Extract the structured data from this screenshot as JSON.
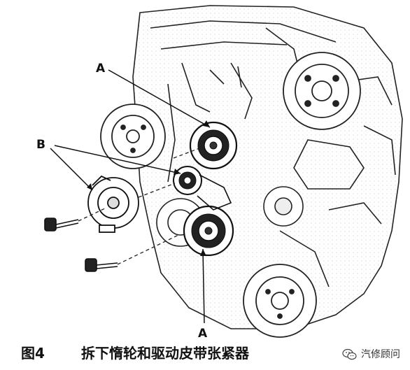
{
  "figure": {
    "labels": {
      "a_top": "A",
      "a_bottom": "A",
      "b": "B"
    },
    "caption_number": "图4",
    "caption_text": "拆下惰轮和驱动皮带张紧器"
  },
  "watermark": {
    "text": "汽修顾问",
    "icon": "wechat-icon"
  }
}
